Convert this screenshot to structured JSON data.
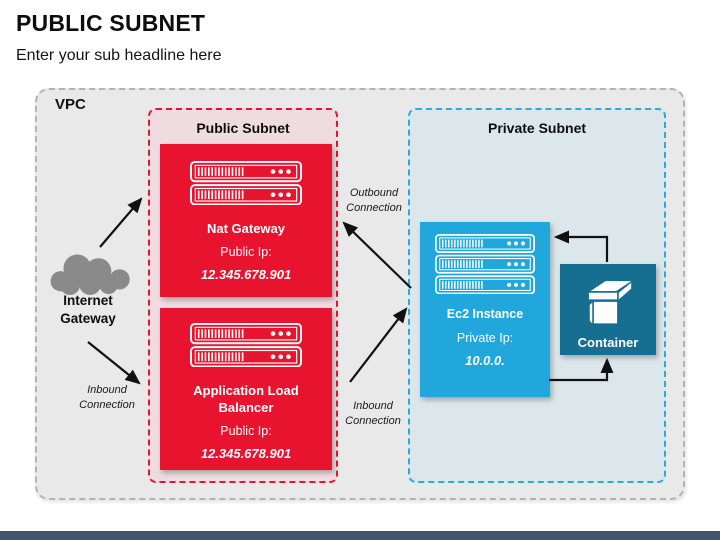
{
  "slide": {
    "title": "PUBLIC SUBNET",
    "subtitle": "Enter your sub headline here"
  },
  "vpc": {
    "label": "VPC"
  },
  "internet_gateway": {
    "label": "Internet Gateway"
  },
  "public_subnet": {
    "title": "Public Subnet",
    "nat_gateway": {
      "name": "Nat Gateway",
      "ip_label": "Public Ip:",
      "ip": "12.345.678.901"
    },
    "load_balancer": {
      "name": "Application Load Balancer",
      "ip_label": "Public Ip:",
      "ip": "12.345.678.901"
    }
  },
  "private_subnet": {
    "title": "Private Subnet",
    "ec2": {
      "name": "Ec2 Instance",
      "ip_label": "Private Ip:",
      "ip": "10.0.0."
    },
    "container": {
      "name": "Container"
    }
  },
  "connections": {
    "outbound": "Outbound Connection",
    "inbound_middle": "Inbound Connection",
    "inbound_left": "Inbound Connection"
  },
  "colors": {
    "red": "#E8132E",
    "red_zone_bg": "#EEDCE0",
    "blue": "#21A7DC",
    "blue_dark": "#166E90",
    "blue_zone_bg": "#DCE7EB",
    "vpc_bg": "#E9E9E9",
    "cloud_gray": "#8A8A8A",
    "footer": "#44546A"
  }
}
